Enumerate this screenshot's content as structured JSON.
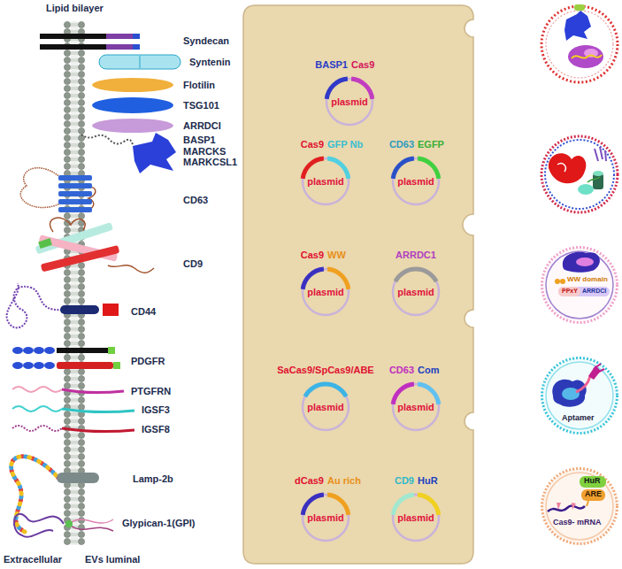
{
  "diagram": {
    "nodes": [
      {
        "text": [
          "BASP1",
          "Cas9",
          "plasmid"
        ]
      },
      {
        "text": [
          "Cas9",
          "GFP Nb",
          "plasmid"
        ]
      },
      {
        "text": [
          "CD63",
          "EGFP",
          "plasmid"
        ]
      },
      {
        "text": [
          "Cas9",
          "WW",
          "plasmid"
        ]
      },
      {
        "text": [
          "ARRDC1",
          "plasmid"
        ]
      },
      {
        "text": [
          "WW domain",
          "PPxY",
          "ARRDCI"
        ]
      },
      {
        "text": [
          "SaCas9/SpCas9/ABE",
          "plasmid"
        ]
      },
      {
        "text": [
          "CD63",
          "Com",
          "plasmid"
        ]
      },
      {
        "text": [
          "Aptamer"
        ]
      },
      {
        "text": [
          "dCas9",
          "Au rich",
          "plasmid"
        ]
      },
      {
        "text": [
          "CD9",
          "HuR",
          "plasmid"
        ]
      },
      {
        "text": [
          "HuR",
          "ARE",
          "Cas9- mRNA"
        ]
      }
    ],
    "labels": [
      "Lipid bilayer",
      "Syndecan",
      "Syntenin",
      "Flotilin",
      "TSG101",
      "ARRDCI",
      "BASP1 MARCKS MARKCSL1",
      "CD63",
      "CD9",
      "CD44",
      "PDGFR",
      "PTGFRN",
      "IGSF3",
      "IGSF8",
      "Lamp-2b",
      "Glypican-1(GPI)",
      "Extracellular",
      "EVs luminal"
    ]
  }
}
